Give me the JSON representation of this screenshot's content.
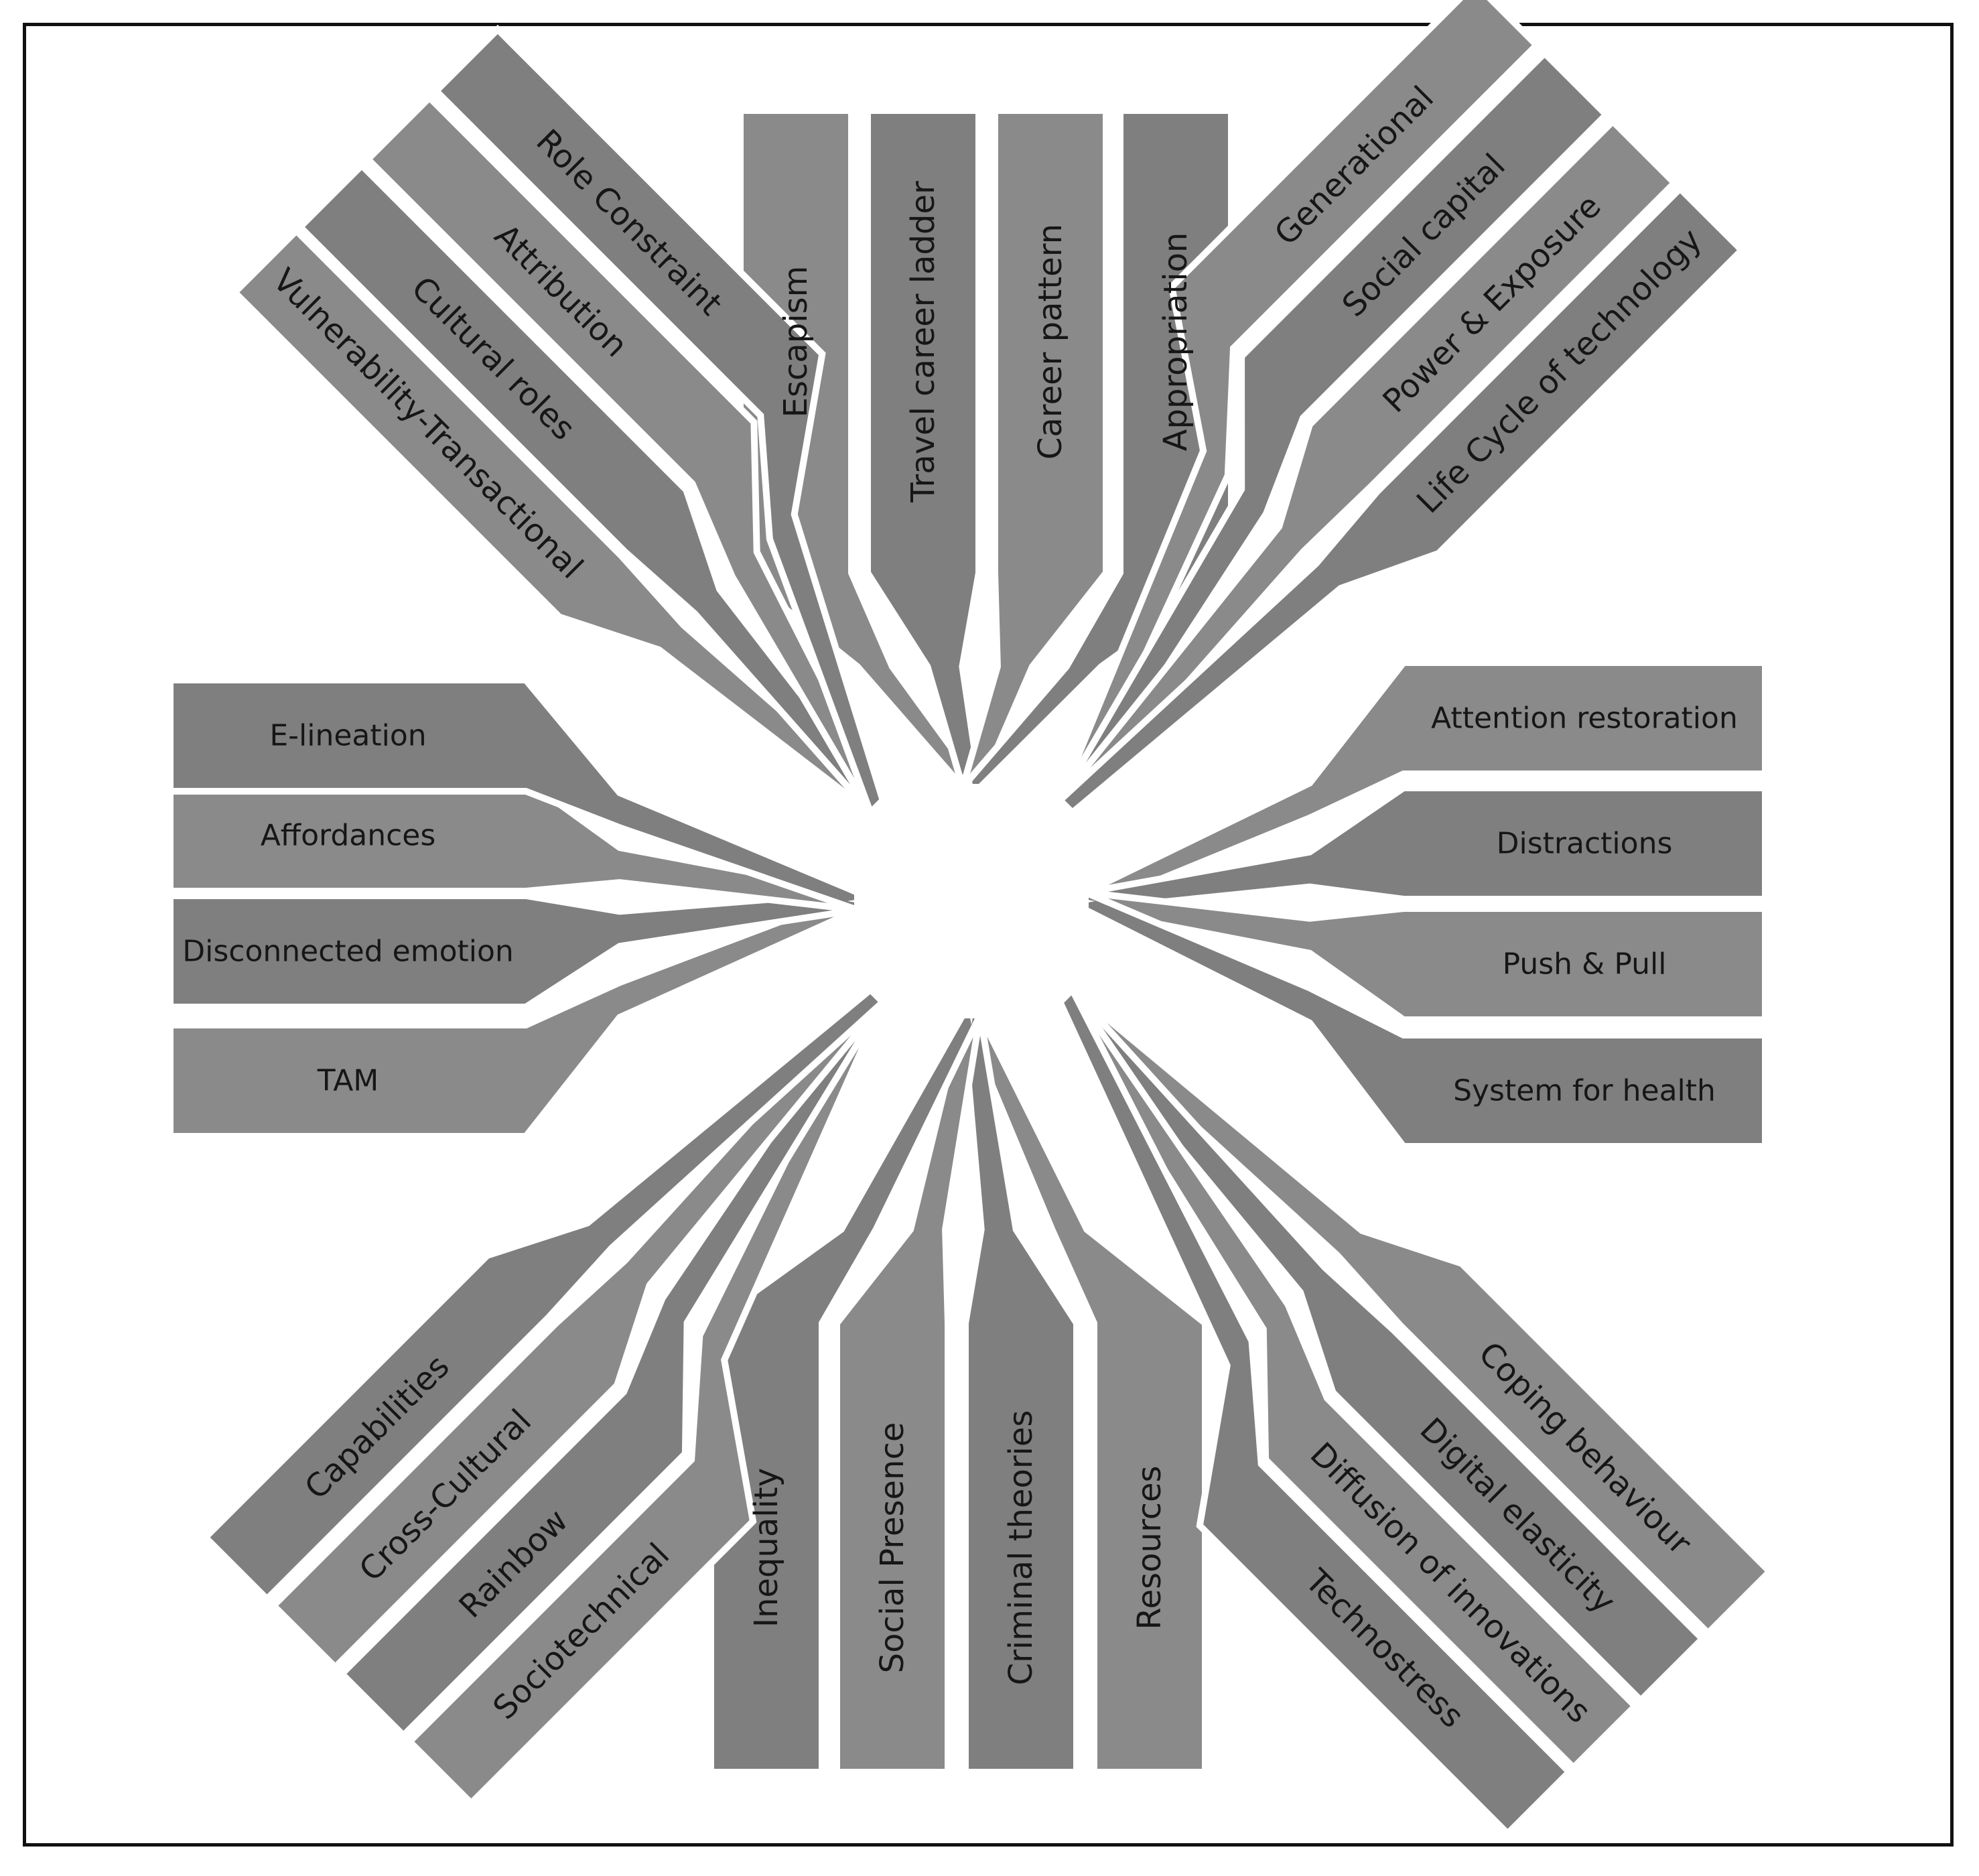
{
  "figure": {
    "colors": {
      "band": "#8a8a8a",
      "band_dark": "#7f7f7f",
      "background": "#ffffff",
      "frame": "#111111",
      "text": "#161616"
    },
    "top": [
      "Escapism",
      "Travel career ladder",
      "Career pattern",
      "Appropriation"
    ],
    "bottom": [
      "Resources",
      "Criminal theories",
      "Social Presence",
      "Inequality"
    ],
    "left": [
      "TAM",
      "Disconnected emotion",
      "Affordances",
      "E-lineation"
    ],
    "right": [
      "Attention restoration",
      "Distractions",
      "Push & Pull",
      "System for health"
    ],
    "top_left": [
      "Vulnerability-Transactional",
      "Cultural roles",
      "Attribution",
      "Role Constraint"
    ],
    "top_right": [
      "Generational",
      "Social capital",
      "Power & Exposure",
      "Life Cycle of technology"
    ],
    "bottom_left": [
      "Sociotechnical",
      "Rainbow",
      "Cross-Cultural",
      "Capabilities"
    ],
    "bottom_right": [
      "Coping behaviour",
      "Digital elasticity",
      "Diffusion of innovations",
      "Technostress"
    ]
  }
}
